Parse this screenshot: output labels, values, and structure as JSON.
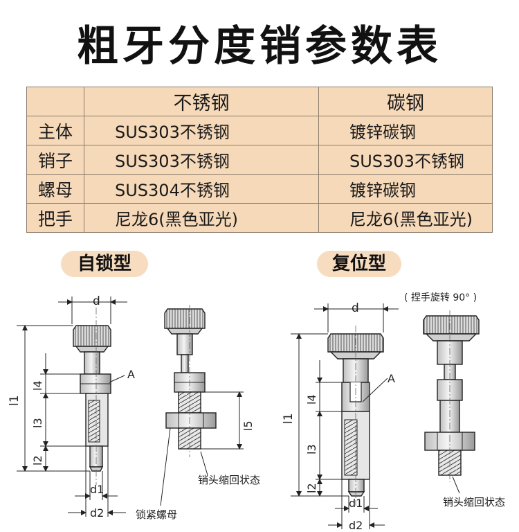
{
  "title": "粗牙分度销参数表",
  "table": {
    "header": [
      "",
      "不锈钢",
      "碳钢"
    ],
    "rows": [
      {
        "part": "主体",
        "stainless": "SUS303不锈钢",
        "carbon": "镀锌碳钢"
      },
      {
        "part": "销子",
        "stainless": "SUS303不锈钢",
        "carbon": "SUS303不锈钢"
      },
      {
        "part": "螺母",
        "stainless": "SUS304不锈钢",
        "carbon": "镀锌碳钢"
      },
      {
        "part": "把手",
        "stainless": "尼龙6(黑色亚光)",
        "carbon": "尼龙6(黑色亚光)"
      }
    ]
  },
  "self_lock": {
    "label": "自锁型",
    "dims": {
      "d": "d",
      "l1": "l1",
      "l4": "l4",
      "l3": "l3",
      "l2": "l2",
      "l5": "l5",
      "d1": "d1",
      "d2": "d2",
      "A": "A"
    },
    "note_retracted": "销头缩回状态",
    "note_nut": "锁紧螺母"
  },
  "reset": {
    "label": "复位型",
    "rotate_note": "( 捏手旋转 90° )",
    "dims": {
      "d": "d",
      "l1": "l1",
      "l4": "l4",
      "l3": "l3",
      "l2": "l2",
      "d1": "d1",
      "d2": "d2",
      "A": "A"
    },
    "note_retracted": "销头缩回状态"
  }
}
